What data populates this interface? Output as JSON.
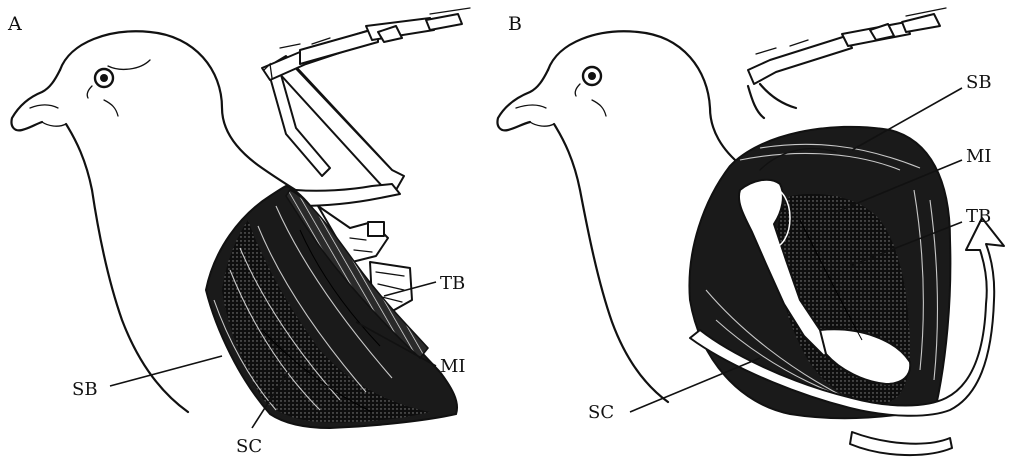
{
  "panels": [
    {
      "letter": "A",
      "labels": {
        "tb": "TB",
        "mi": "MI",
        "sb": "SB",
        "sc": "SC"
      }
    },
    {
      "letter": "B",
      "labels": {
        "sb": "SB",
        "mi": "MI",
        "tb": "TB",
        "sc": "SC"
      }
    }
  ],
  "colors": {
    "ink": "#111111",
    "background": "#ffffff"
  }
}
